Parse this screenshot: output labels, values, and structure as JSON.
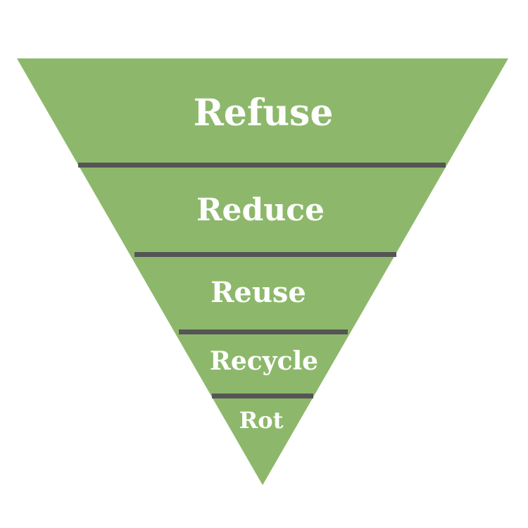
{
  "diagram": {
    "type": "inverted-pyramid",
    "colors": {
      "fill": "#8db86b",
      "divider": "#555555",
      "text": "#ffffff"
    },
    "levels": [
      {
        "label": "Refuse"
      },
      {
        "label": "Reduce"
      },
      {
        "label": "Reuse"
      },
      {
        "label": "Recycle"
      },
      {
        "label": "Rot"
      }
    ]
  }
}
